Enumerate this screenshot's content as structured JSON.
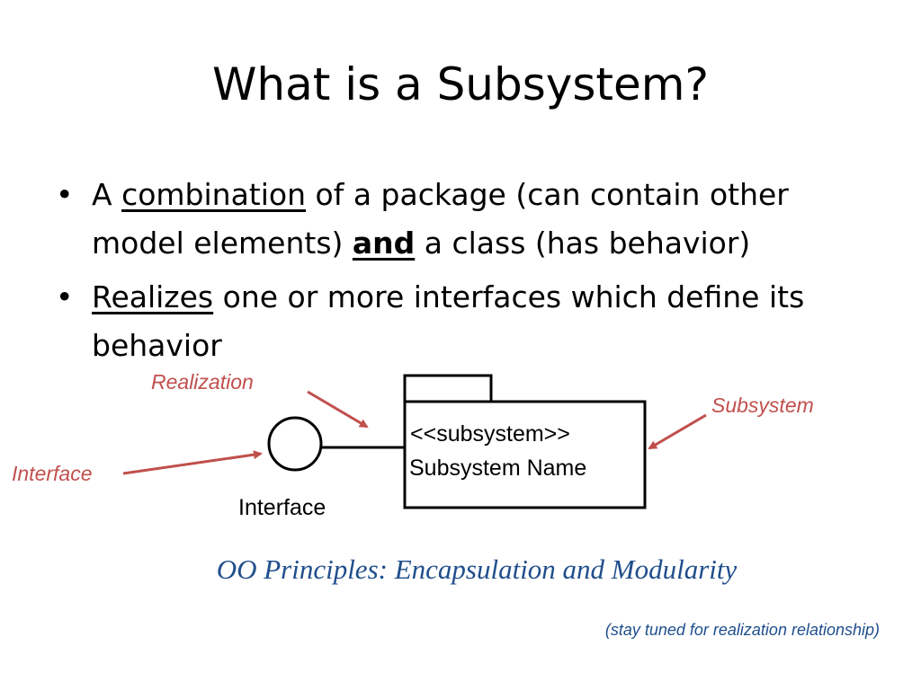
{
  "title": "What is a Subsystem?",
  "bullets": [
    {
      "parts": [
        {
          "t": "A ",
          "s": ""
        },
        {
          "t": "combination",
          "s": "u"
        },
        {
          "t": " of a package (can contain other model elements) ",
          "s": ""
        },
        {
          "t": "and",
          "s": "u b"
        },
        {
          "t": " a class (has behavior)",
          "s": ""
        }
      ]
    },
    {
      "parts": [
        {
          "t": "Realizes",
          "s": "u"
        },
        {
          "t": " one or more interfaces which define its behavior",
          "s": ""
        }
      ]
    }
  ],
  "diagram": {
    "label_realization": "Realization",
    "label_subsystem": "Subsystem",
    "label_interface_red": "Interface",
    "stereotype": "<<subsystem>>",
    "subsystem_name": "Subsystem Name",
    "interface_name": "Interface"
  },
  "principles": "OO Principles: Encapsulation and Modularity",
  "footnote": "(stay tuned for realization relationship)",
  "colors": {
    "annotation": "#c0504d",
    "principles": "#1f4e8c"
  }
}
